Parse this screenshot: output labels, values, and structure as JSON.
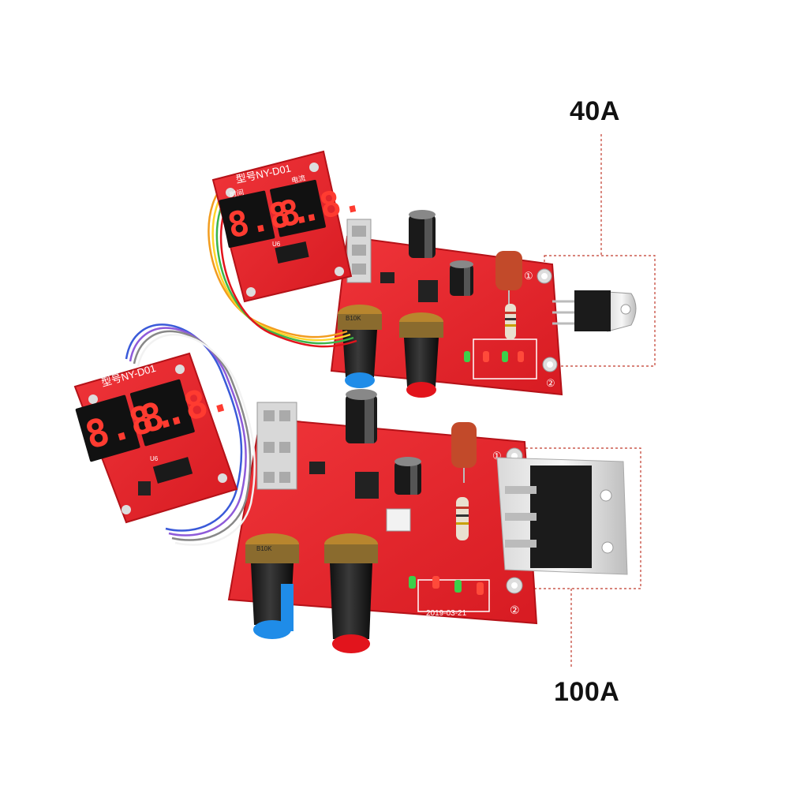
{
  "labels": {
    "top": "40A",
    "bottom": "100A"
  },
  "upper_board": {
    "display_model": "型号NY-D01",
    "display_left_caption": "时间",
    "display_right_caption": "电流",
    "digits_left": "8.8.",
    "digits_right": "8.8.",
    "chip_label": "U6",
    "pot_label": "B10K",
    "marker_1": "①",
    "marker_2": "②"
  },
  "lower_board": {
    "display_model": "型号NY-D01",
    "digits_left": "8.8.",
    "digits_right": "8.8.",
    "chip_label": "U6",
    "pot_label": "B10K",
    "date": "2019-03-21",
    "marker_1": "①",
    "marker_2": "②"
  },
  "colors": {
    "pcb": "#e8232a",
    "knob_blue": "#1f8ce8",
    "knob_red": "#e2141c",
    "digit": "#ff3b30",
    "callout": "#c0392b"
  }
}
